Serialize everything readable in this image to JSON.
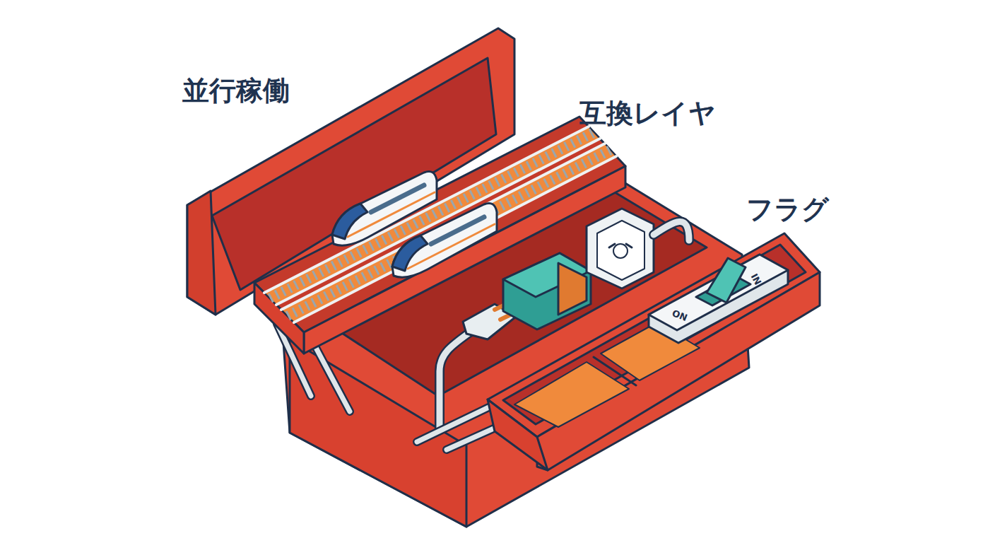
{
  "diagram": {
    "labels": [
      "並行稼働",
      "互換レイヤ",
      "フラグ",
      "IN",
      "ON"
    ]
  }
}
